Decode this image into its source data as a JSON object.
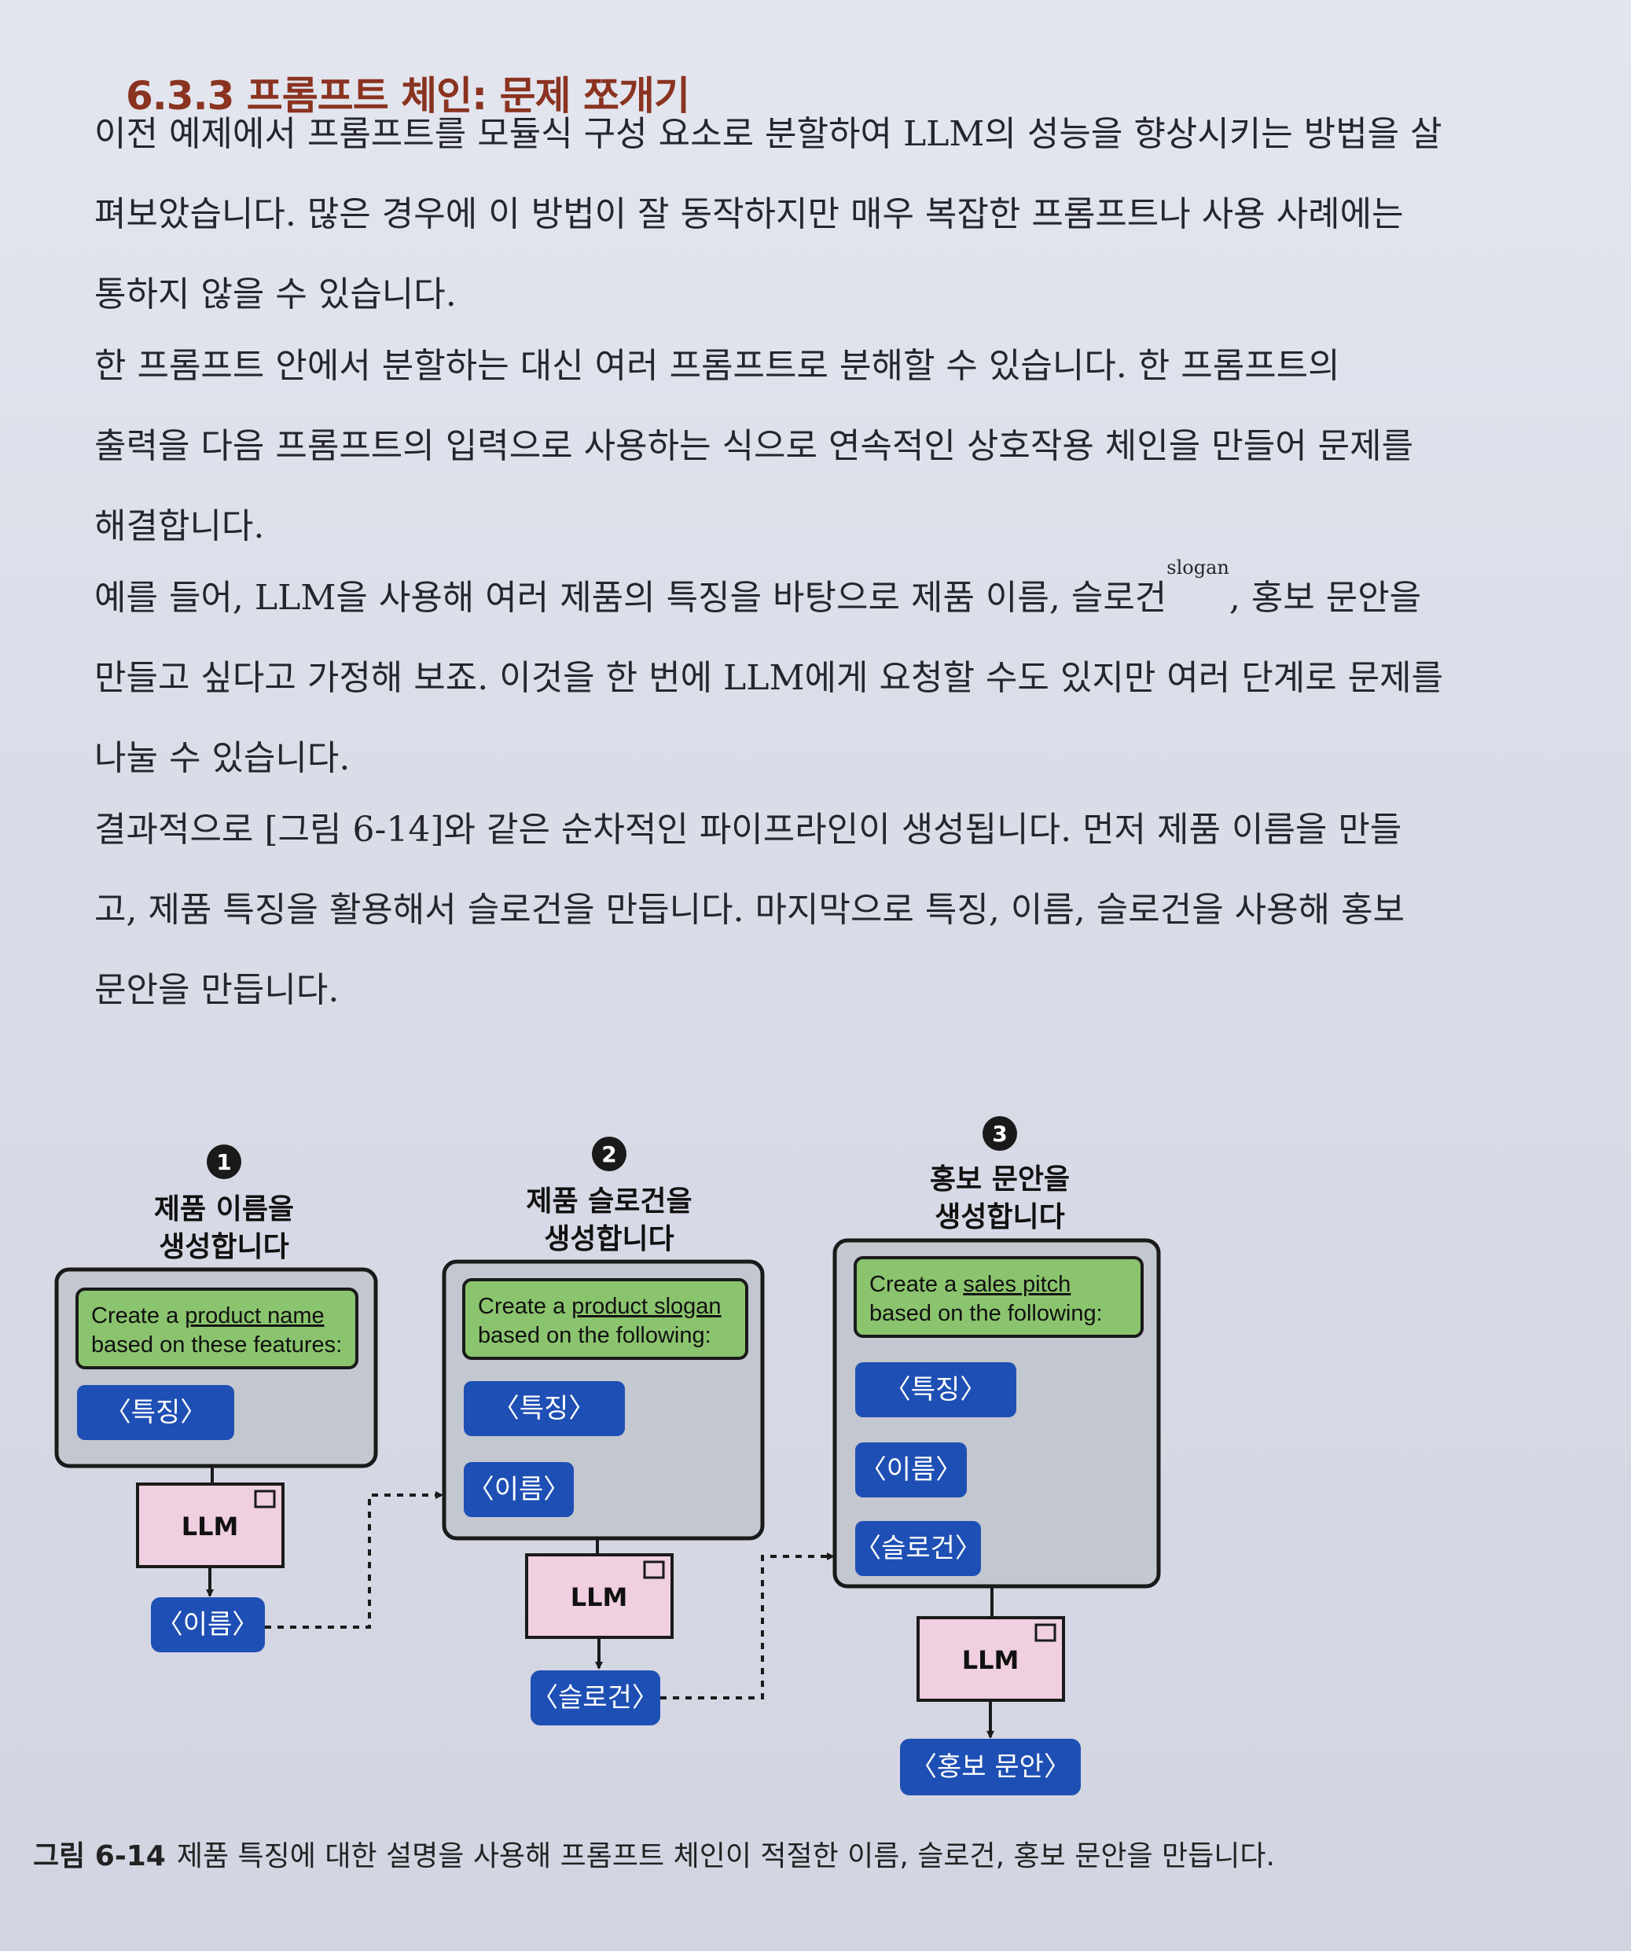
{
  "section": {
    "heading": "6.3.3 프롬프트 체인: 문제 쪼개기"
  },
  "paragraphs": [
    {
      "lines": [
        "이전 예제에서 프롬프트를 모듈식 구성 요소로 분할하여 LLM의 성능을 향상시키는 방법을 살",
        "펴보았습니다. 많은 경우에 이 방법이 잘 동작하지만 매우 복잡한 프롬프트나 사용 사례에는",
        "통하지 않을 수 있습니다."
      ]
    },
    {
      "lines": [
        "한 프롬프트 안에서 분할하는 대신 여러 프롬프트로 분해할 수 있습니다. 한 프롬프트의",
        "출력을 다음 프롬프트의 입력으로 사용하는 식으로 연속적인 상호작용 체인을 만들어 문제를",
        "해결합니다."
      ]
    },
    {
      "line1_before": "예를 들어, LLM을 사용해 여러 제품의 특징을 바탕으로 제품 이름, 슬로건",
      "line1_sup": "slogan",
      "line1_after": ", 홍보 문안을",
      "lines": [
        "만들고 싶다고 가정해 보죠. 이것을 한 번에 LLM에게 요청할 수도 있지만 여러 단계로 문제를",
        "나눌 수 있습니다."
      ]
    },
    {
      "lines": [
        "결과적으로 [그림 6-14]와 같은 순차적인 파이프라인이 생성됩니다. 먼저 제품 이름을 만들",
        "고, 제품 특징을 활용해서 슬로건을 만듭니다. 마지막으로 특징, 이름, 슬로건을 사용해 홍보",
        "문안을 만듭니다."
      ]
    }
  ],
  "diagram": {
    "steps": [
      {
        "number": "1",
        "title_lines": [
          "제품 이름을",
          "생성합니다"
        ],
        "prompt_prefix": "Create a ",
        "prompt_emph": "product name",
        "prompt_line2": "based on these features:",
        "inputs": [
          "〈특징〉"
        ],
        "llm": "LLM",
        "output": "〈이름〉"
      },
      {
        "number": "2",
        "title_lines": [
          "제품 슬로건을",
          "생성합니다"
        ],
        "prompt_prefix": "Create a ",
        "prompt_emph": "product slogan",
        "prompt_line2": "based on the following:",
        "inputs": [
          "〈특징〉",
          "〈이름〉"
        ],
        "llm": "LLM",
        "output": "〈슬로건〉"
      },
      {
        "number": "3",
        "title_lines": [
          "홍보 문안을",
          "생성합니다"
        ],
        "prompt_prefix": "Create a ",
        "prompt_emph": "sales pitch",
        "prompt_line2": "based on the following:",
        "inputs": [
          "〈특징〉",
          "〈이름〉",
          "〈슬로건〉"
        ],
        "llm": "LLM",
        "output": "〈홍보 문안〉"
      }
    ],
    "colors": {
      "prompt_green": "#8bc46e",
      "chip_blue": "#1e4fb4",
      "llm_pink": "#efcfe0",
      "box_gray": "#c3c7cf",
      "step_badge": "#1a1a1a"
    }
  },
  "caption": {
    "label": "그림 6-14",
    "text": "제품 특징에 대한 설명을 사용해 프롬프트 체인이 적절한 이름, 슬로건, 홍보 문안을 만듭니다."
  }
}
